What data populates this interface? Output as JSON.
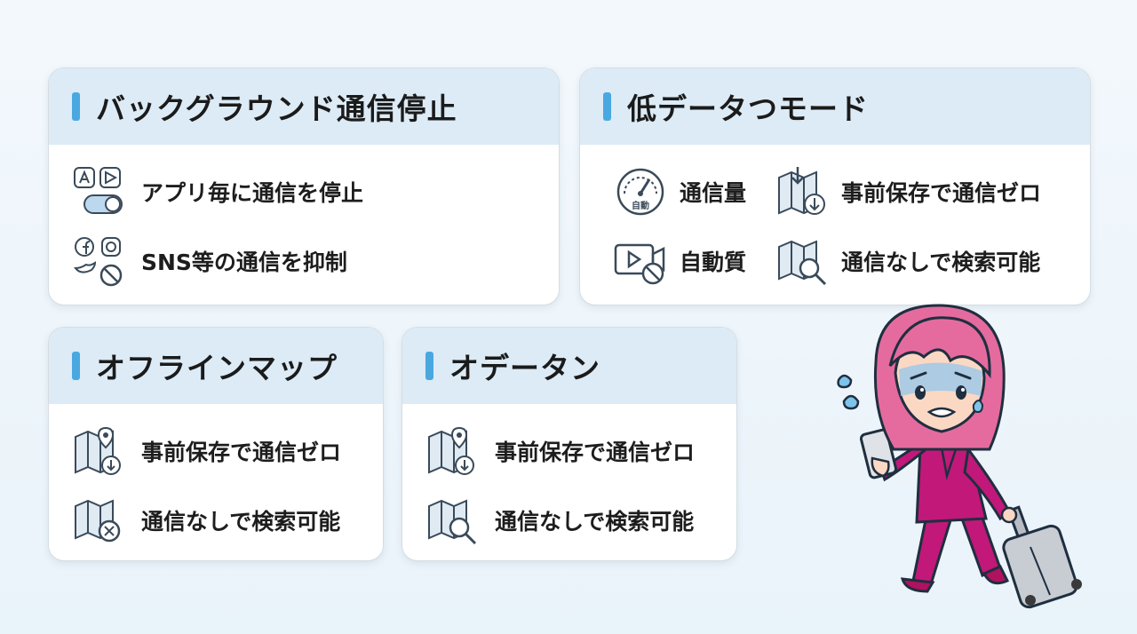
{
  "cards": {
    "background": {
      "title": "バックグラウンド通信停止",
      "items": [
        "アプリ毎に通信を停止",
        "SNS等の通信を抑制"
      ]
    },
    "low_data": {
      "title": "低データつモード",
      "items": [
        "通信量",
        "事前保存で通信ゼロ",
        "自動質",
        "通信なしで検索可能"
      ],
      "gauge_label": "自動"
    },
    "offline_map": {
      "title": "オフラインマップ",
      "items": [
        "事前保存で通信ゼロ",
        "通信なしで検索可能"
      ]
    },
    "odatan": {
      "title": "オデータン",
      "items": [
        "事前保存で通信ゼロ",
        "通信なしで検索可能"
      ]
    }
  },
  "icons": {
    "app_toggle": "app-store-toggle-icon",
    "sns_block": "sns-block-icon",
    "gauge": "speed-gauge-icon",
    "map_download": "map-download-icon",
    "video_block": "video-block-icon",
    "map_search": "map-search-icon",
    "map_pin_download": "map-pin-download-icon"
  },
  "colors": {
    "header_bg": "#dcebf6",
    "accent_bar": "#4aa8e0",
    "card_border": "#d6dde3",
    "outfit": "#c2187a",
    "hair": "#e56b9f"
  }
}
